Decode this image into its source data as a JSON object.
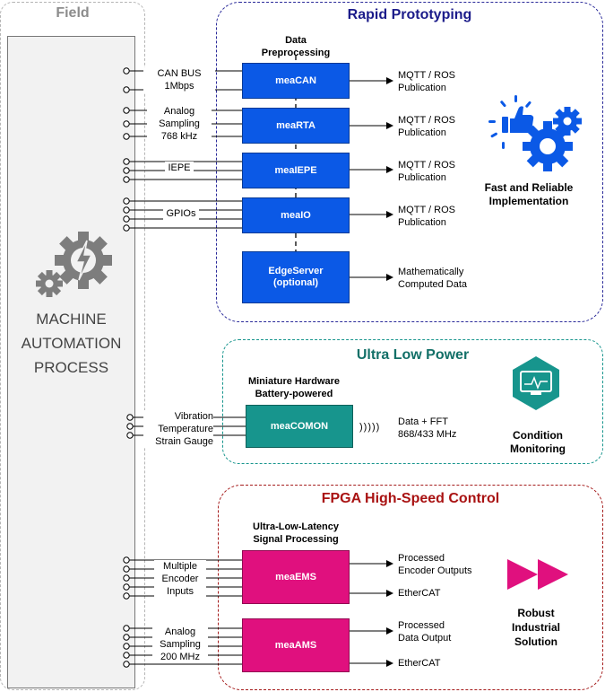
{
  "field": {
    "title": "Field",
    "process_label": "MACHINE\nAUTOMATION\nPROCESS"
  },
  "rapid": {
    "title": "Rapid Prototyping",
    "preprocessing": "Data\nPreprocessing",
    "modules": [
      {
        "name": "meaCAN",
        "inputs": "CAN BUS\n1Mbps",
        "output": "MQTT / ROS\nPublication"
      },
      {
        "name": "meaRTA",
        "inputs": "Analog\nSampling\n768 kHz",
        "output": "MQTT / ROS\nPublication"
      },
      {
        "name": "meaIEPE",
        "inputs": "IEPE",
        "output": "MQTT / ROS\nPublication"
      },
      {
        "name": "meaIO",
        "inputs": "GPIOs",
        "output": "MQTT / ROS\nPublication"
      },
      {
        "name": "EdgeServer\n(optional)",
        "output": "Mathematically\nComputed Data"
      }
    ],
    "feature": "Fast and Reliable\nImplementation",
    "feature_icon": "thumbs-up-gears-icon",
    "color": "#0b59e6"
  },
  "ulp": {
    "title": "Ultra Low Power",
    "hardware": "Miniature Hardware\nBattery-powered",
    "module": "meaCOMON",
    "inputs": "Vibration\nTemperature\nStrain Gauge",
    "wireless": ")))))",
    "output": "Data + FFT\n868/433 MHz",
    "feature": "Condition\nMonitoring",
    "feature_icon": "monitor-heartbeat-icon",
    "color": "#17958d"
  },
  "fpga": {
    "title": "FPGA High-Speed Control",
    "processing": "Ultra-Low-Latency\nSignal Processing",
    "modules": [
      {
        "name": "meaEMS",
        "inputs": "Multiple\nEncoder\nInputs",
        "output1": "Processed\nEncoder Outputs",
        "output2": "EtherCAT"
      },
      {
        "name": "meaAMS",
        "inputs": "Analog\nSampling\n200 MHz",
        "output1": "Processed\nData Output",
        "output2": "EtherCAT"
      }
    ],
    "feature": "Robust\nIndustrial\nSolution",
    "feature_icon": "fast-forward-icon",
    "color": "#e0107e"
  }
}
